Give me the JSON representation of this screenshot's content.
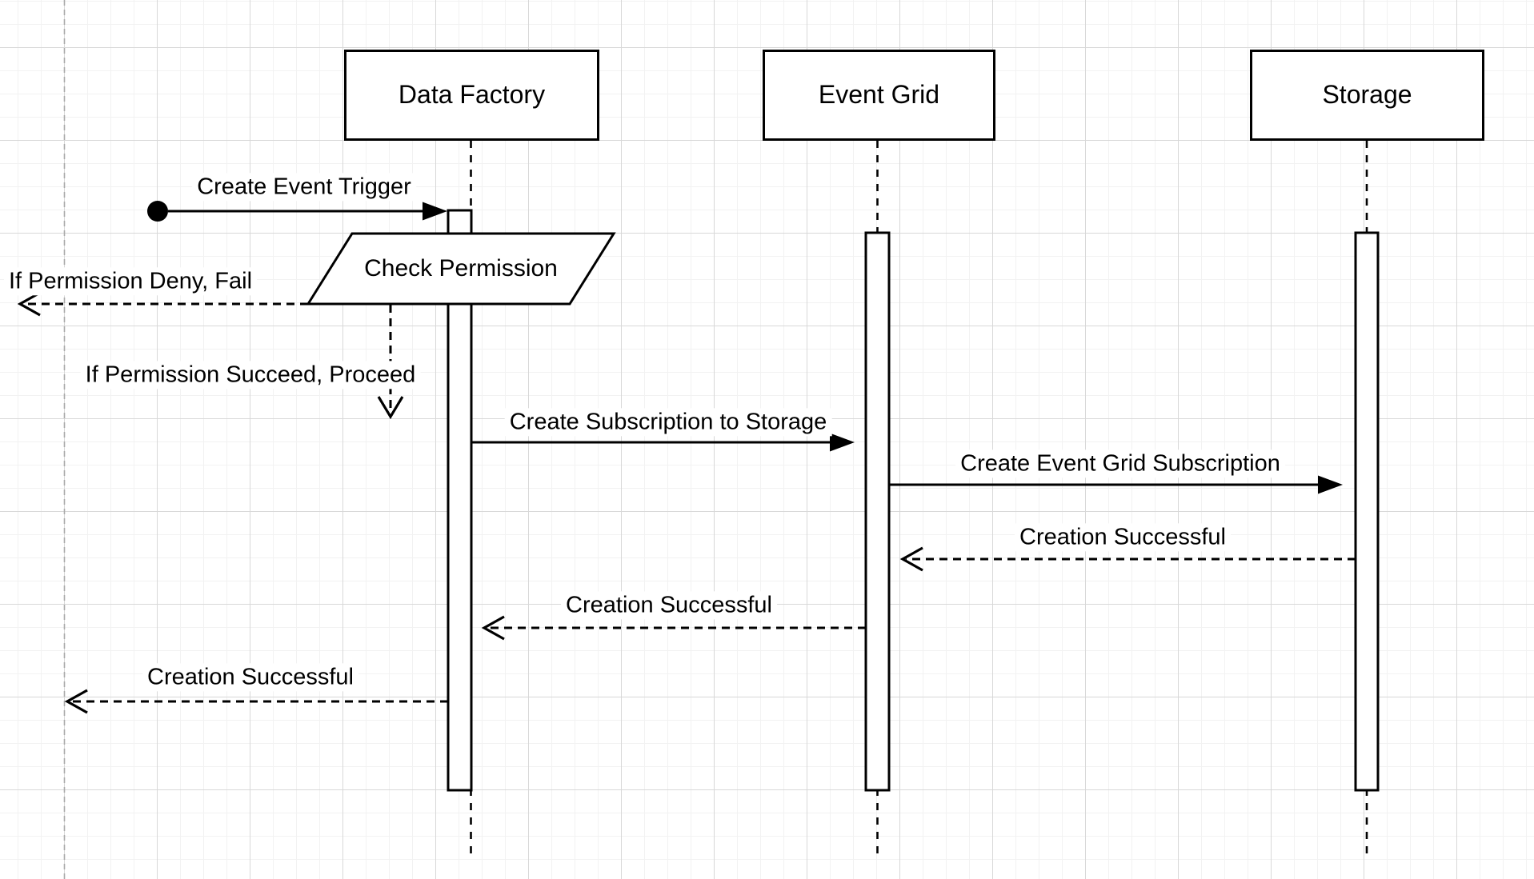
{
  "diagram": {
    "type": "uml-sequence",
    "actors": {
      "data_factory": "Data Factory",
      "event_grid": "Event Grid",
      "storage": "Storage"
    },
    "messages": {
      "create_event_trigger": "Create Event Trigger",
      "check_permission": "Check Permission",
      "permission_deny": "If Permission Deny, Fail",
      "permission_succeed": "If Permission Succeed, Proceed",
      "create_subscription_to_storage": "Create Subscription to Storage",
      "create_event_grid_subscription": "Create Event Grid Subscription",
      "creation_successful_storage_to_event_grid": "Creation Successful",
      "creation_successful_event_grid_to_data_factory": "Creation Successful",
      "creation_successful_data_factory_to_caller": "Creation Successful"
    },
    "colors": {
      "stroke": "#000000",
      "shape_fill": "#ffffff",
      "grid_minor": "#f2f2f2",
      "grid_major": "#d8d8d8",
      "page_boundary": "#a9a9a9"
    }
  }
}
